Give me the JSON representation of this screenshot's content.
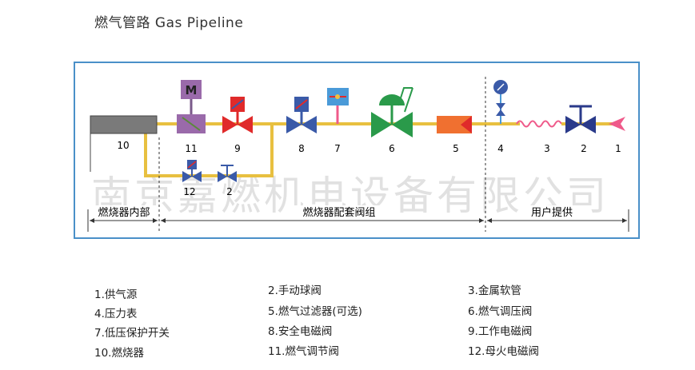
{
  "title": "燃气管路  Gas Pipeline",
  "watermark": "南京嘉燃机电设备有限公司",
  "component_numbers": {
    "burner": "10",
    "regulating_valve": "11",
    "work_valve": "9",
    "safety_valve": "8",
    "low_pressure_switch": "7",
    "pressure_regulator": "6",
    "filter": "5",
    "gauge": "4",
    "hose": "3",
    "ball_valve_main": "2",
    "gas_source": "1",
    "pilot_valve": "12",
    "ball_valve_pilot": "2"
  },
  "sections": {
    "burner_inside": "燃烧器内部",
    "valve_train": "燃烧器配套阀组",
    "user_supplied": "用户提供"
  },
  "motor_label": "M",
  "legend": [
    "1.供气源",
    "2.手动球阀",
    "3.金属软管",
    "4.压力表",
    "5.燃气过滤器(可选)",
    "6.燃气调压阀",
    "7.低压保护开关",
    "8.安全电磁阀",
    "9.工作电磁阀",
    "10.燃烧器",
    "11.燃气调节阀",
    "12.母火电磁阀"
  ],
  "colors": {
    "frame": "#4a90c8",
    "pipe": "#e8c040",
    "blue_valve": "#3a5aa8",
    "red_valve": "#e02a2a",
    "green_regulator": "#2a9a4a",
    "purple_actuator": "#9a6aaa",
    "filter_orange": "#f07030",
    "pink": "#ef5a8a"
  }
}
